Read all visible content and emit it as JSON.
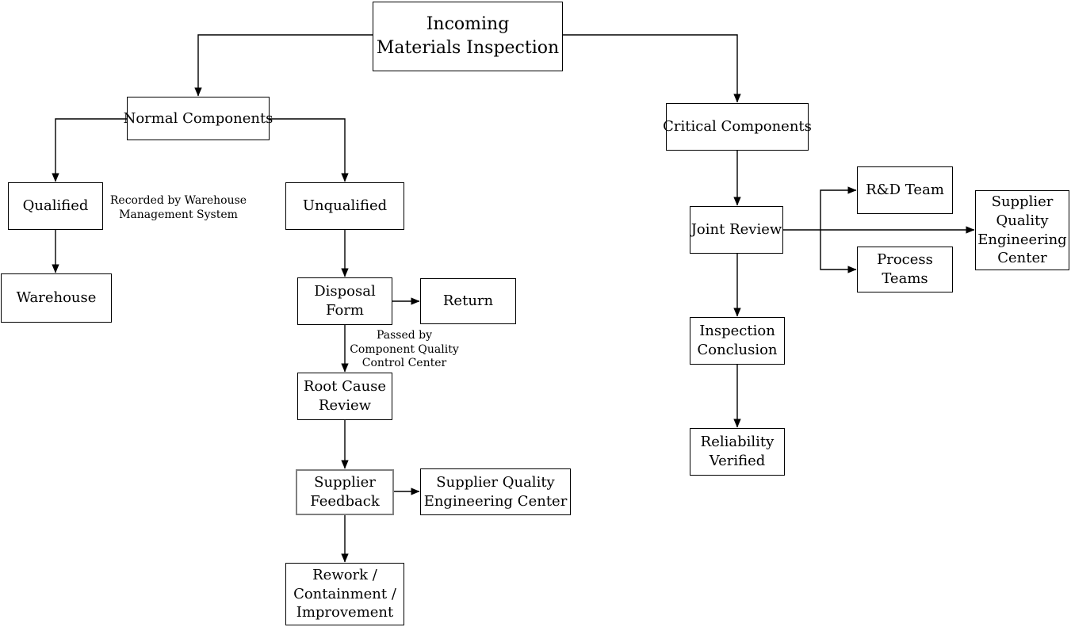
{
  "diagram": {
    "type": "flowchart",
    "background": "#ffffff"
  },
  "nodes": {
    "title": {
      "label": "Incoming\nMaterials Inspection"
    },
    "normal_components": {
      "label": "Normal Components"
    },
    "qualified": {
      "label": "Qualified"
    },
    "warehouse": {
      "label": "Warehouse"
    },
    "unqualified": {
      "label": "Unqualified"
    },
    "disposal_form": {
      "label": "Disposal\nForm"
    },
    "return": {
      "label": "Return"
    },
    "root_cause_review": {
      "label": "Root Cause\nReview"
    },
    "supplier_feedback": {
      "label": "Supplier\nFeedback"
    },
    "supplier_quality_engineering_center_left": {
      "label": "Supplier Quality\nEngineering Center"
    },
    "rework": {
      "label": "Rework /\nContainment /\nImprovement"
    },
    "critical_components": {
      "label": "Critical Components"
    },
    "joint_review": {
      "label": "Joint Review"
    },
    "rd_team": {
      "label": "R&D Team"
    },
    "process_teams": {
      "label": "Process\nTeams"
    },
    "supplier_quality_engineering_center_right": {
      "label": "Supplier\nQuality\nEngineering\nCenter"
    },
    "inspection_conclusion": {
      "label": "Inspection\nConclusion"
    },
    "reliability_verified": {
      "label": "Reliability\nVerified"
    }
  },
  "annotations": {
    "recorded_by": "Recorded by Warehouse\nManagement System",
    "passed_by": "Passed by\nComponent Quality\nControl Center"
  },
  "colors": {
    "line": "#000000",
    "box_border": "#000000",
    "highlight_border": "#808080",
    "text": "#000000",
    "background": "#ffffff"
  }
}
